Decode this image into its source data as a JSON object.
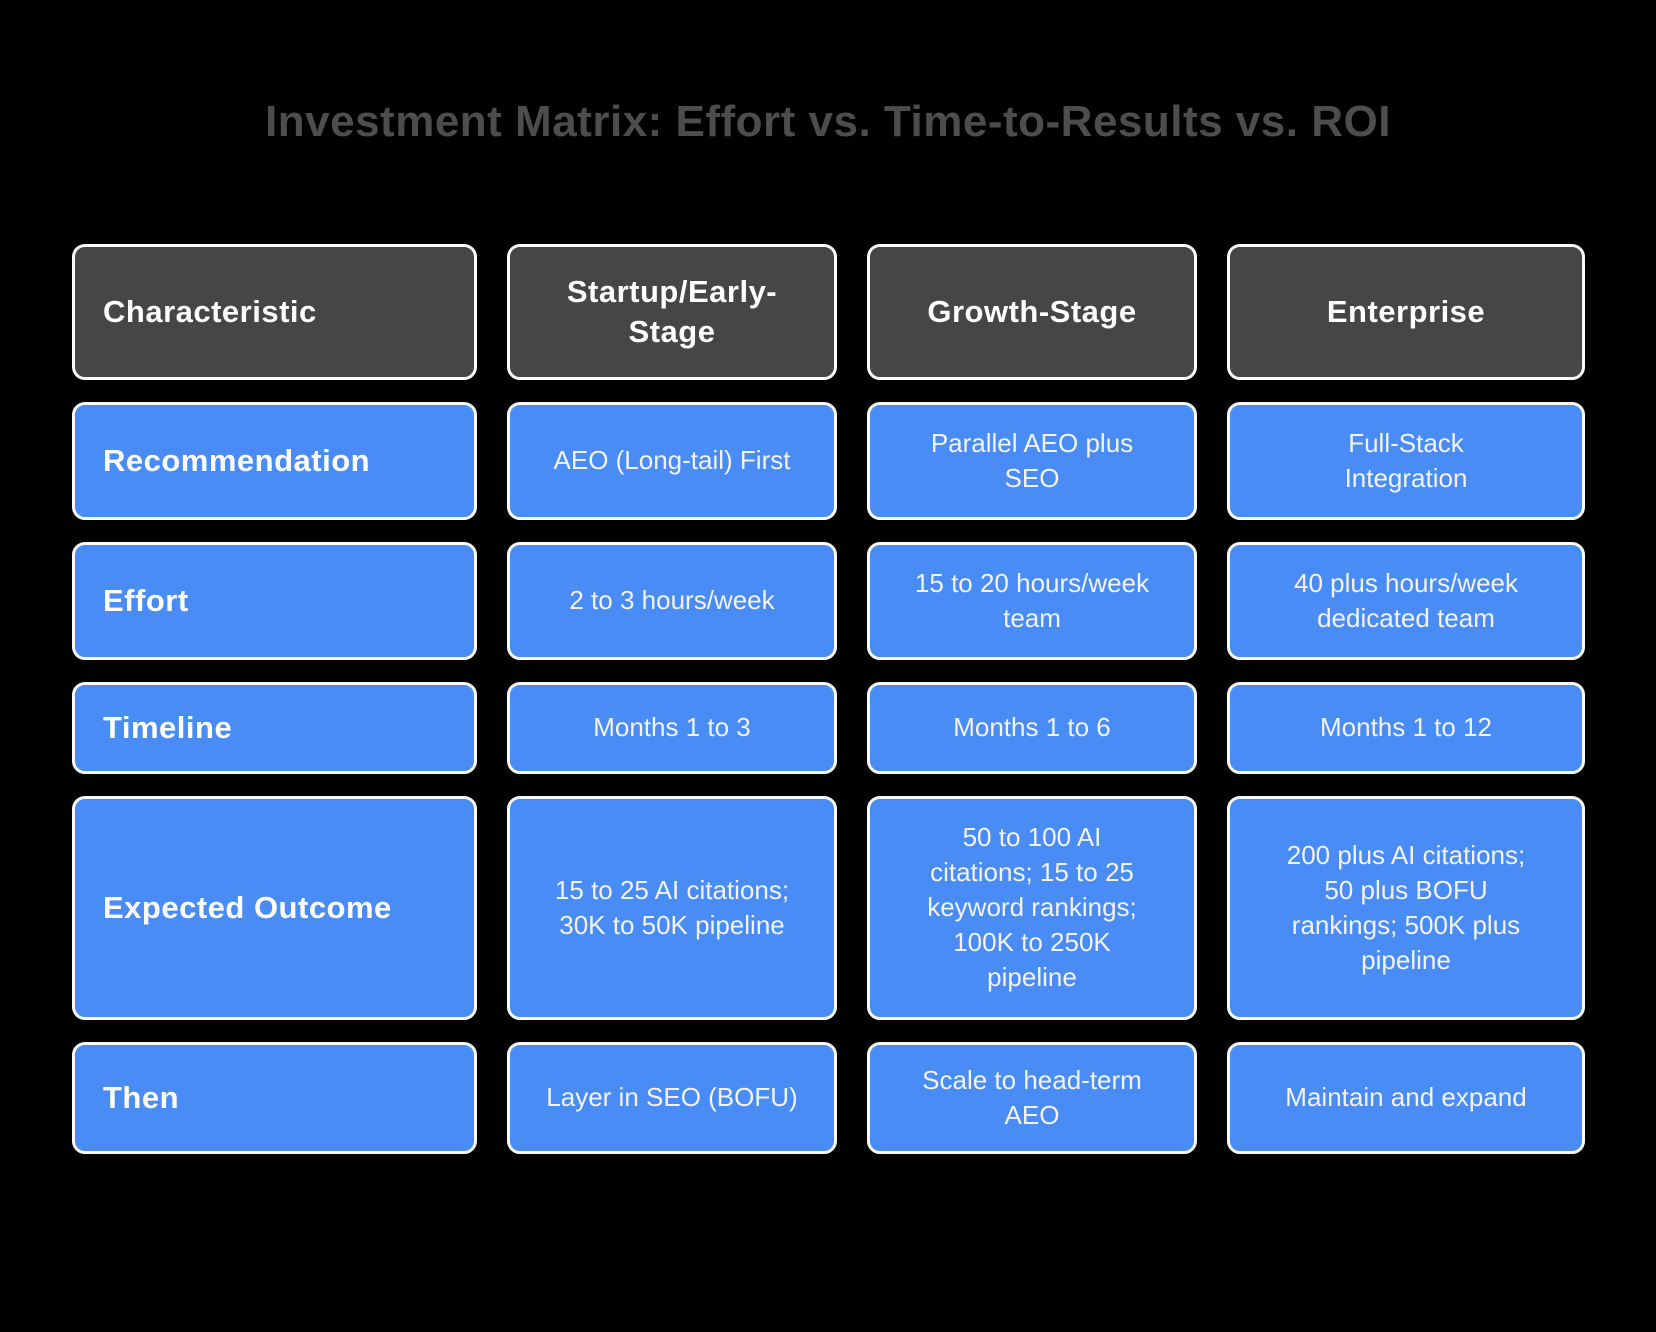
{
  "title": "Investment Matrix: Effort vs. Time-to-Results vs. ROI",
  "colors": {
    "background": "#000000",
    "title_text": "#4d4d4d",
    "header_bg": "#464646",
    "cell_bg": "#4a8cf5",
    "box_border": "#fafafa",
    "cell_text": "#ffffff",
    "data_text": "#f3f3f3"
  },
  "table": {
    "columns": [
      "Characteristic",
      "Startup/Early-\nStage",
      "Growth-Stage",
      "Enterprise"
    ],
    "rows": [
      {
        "label": "Recommendation",
        "cells": [
          "AEO (Long-tail) First",
          "Parallel AEO plus\nSEO",
          "Full-Stack\nIntegration"
        ]
      },
      {
        "label": "Effort",
        "cells": [
          "2 to 3 hours/week",
          "15 to 20 hours/week\nteam",
          "40 plus hours/week\ndedicated team"
        ]
      },
      {
        "label": "Timeline",
        "cells": [
          "Months 1 to 3",
          "Months 1 to 6",
          "Months 1 to 12"
        ]
      },
      {
        "label": "Expected Outcome",
        "cells": [
          "15 to 25 AI citations;\n30K to 50K pipeline",
          "50 to 100 AI\ncitations; 15 to 25\nkeyword rankings;\n100K to 250K\npipeline",
          "200 plus AI citations;\n50 plus BOFU\nrankings; 500K plus\npipeline"
        ]
      },
      {
        "label": "Then",
        "cells": [
          "Layer in SEO (BOFU)",
          "Scale to head-term\nAEO",
          "Maintain and expand"
        ]
      }
    ]
  }
}
